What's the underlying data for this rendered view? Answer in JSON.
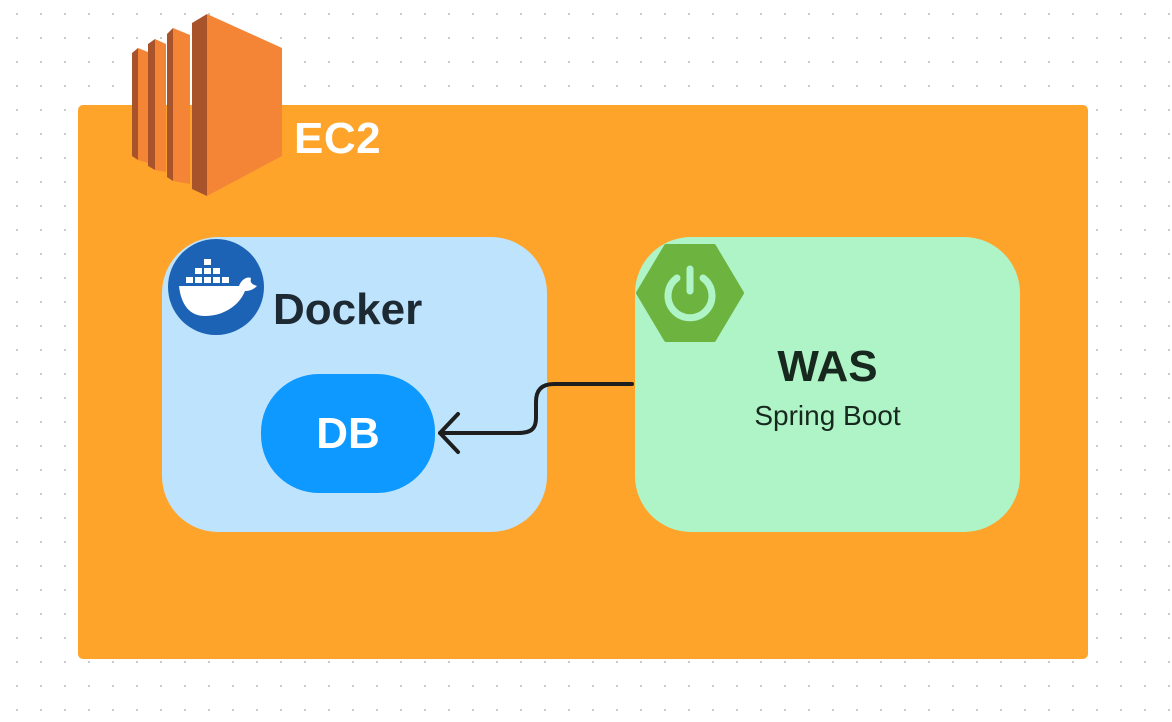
{
  "diagram": {
    "ec2": {
      "label": "EC2",
      "icon": "aws-ec2-icon",
      "color": "#FFA42A"
    },
    "docker": {
      "label": "Docker",
      "icon": "docker-whale-icon",
      "color": "#BEE3FC",
      "children": [
        {
          "id": "db",
          "label": "DB",
          "color": "#0D99FF"
        }
      ]
    },
    "was": {
      "label": "WAS",
      "sublabel": "Spring Boot",
      "icon": "spring-boot-icon",
      "color": "#AFF4C6"
    },
    "connections": [
      {
        "from": "was",
        "to": "db",
        "style": "arrow"
      }
    ]
  }
}
